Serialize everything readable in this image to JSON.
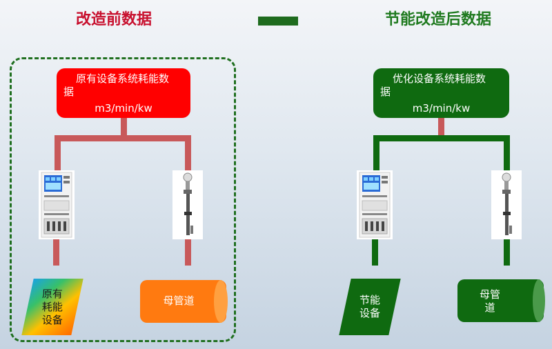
{
  "headings": {
    "before": "改造前数据",
    "after": "节能改造后数据"
  },
  "before": {
    "data_box": {
      "line1": "原有设备系统耗能数",
      "line2": "据",
      "line3": "m3/min/kw"
    },
    "equipment_label": {
      "line1": "原有",
      "line2": "耗能",
      "line3": "设备"
    },
    "pipe_label": "母管道"
  },
  "after": {
    "data_box": {
      "line1": "优化设备系统耗能数",
      "line2": "据",
      "line3": "m3/min/kw"
    },
    "equipment_label": {
      "line1": "节能",
      "line2": "设备"
    },
    "pipe_label": {
      "line1": "母管",
      "line2": "道"
    }
  },
  "colors": {
    "before_title": "#c8102e",
    "after_title": "#1f7a1f",
    "before_box": "#ff0000",
    "after_box": "#0f6a10",
    "before_pipe": "#c8595a",
    "after_pipe": "#0f6a10",
    "pipe_orange": "#ff7a10"
  },
  "icons": [
    "power-meter-icon",
    "flow-meter-icon"
  ]
}
